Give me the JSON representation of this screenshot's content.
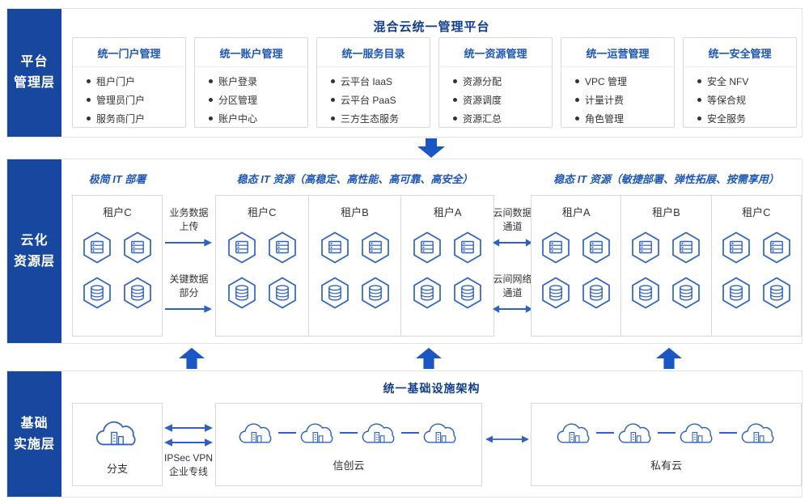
{
  "colors": {
    "layer_label_bg": "#17479e",
    "title_navy": "#123d8f",
    "module_title_blue": "#1d55bb",
    "icon_stroke_blue": "#2d62c4",
    "big_arrow_blue": "#1b57c4",
    "border_gray": "#d9d9d9"
  },
  "platform": {
    "layer_label": [
      "平台",
      "管理层"
    ],
    "title": "混合云统一管理平台",
    "boxes": [
      {
        "title": "统一门户管理",
        "items": [
          "租户门户",
          "管理员门户",
          "服务商门户"
        ]
      },
      {
        "title": "统一账户管理",
        "items": [
          "账户登录",
          "分区管理",
          "账户中心"
        ]
      },
      {
        "title": "统一服务目录",
        "items": [
          "云平台 IaaS",
          "云平台 PaaS",
          "三方生态服务"
        ]
      },
      {
        "title": "统一资源管理",
        "items": [
          "资源分配",
          "资源调度",
          "资源汇总"
        ]
      },
      {
        "title": "统一运营管理",
        "items": [
          "VPC 管理",
          "计量计费",
          "角色管理"
        ]
      },
      {
        "title": "统一安全管理",
        "items": [
          "安全 NFV",
          "等保合规",
          "安全服务"
        ]
      }
    ]
  },
  "cloud": {
    "layer_label": [
      "云化",
      "资源层"
    ],
    "left_header": "极简 IT 部署",
    "mid_header": "稳态 IT 资源（高稳定、高性能、高可靠、高安全）",
    "right_header": "稳态 IT 资源（敏捷部署、弹性拓展、按需享用）",
    "left_tenant": {
      "title": "租户C"
    },
    "mid_tenants": [
      {
        "title": "租户C"
      },
      {
        "title": "租户B"
      },
      {
        "title": "租户A"
      }
    ],
    "right_tenants": [
      {
        "title": "租户A"
      },
      {
        "title": "租户B"
      },
      {
        "title": "租户C"
      }
    ],
    "flows": [
      {
        "lines": [
          "业务数据",
          "上传"
        ]
      },
      {
        "lines": [
          "关键数据",
          "部分"
        ]
      }
    ],
    "channels": [
      {
        "lines": [
          "云间数据",
          "通道"
        ]
      },
      {
        "lines": [
          "云间网络",
          "通道"
        ]
      }
    ]
  },
  "infra": {
    "layer_label": [
      "基础",
      "实施层"
    ],
    "title": "统一基础设施架构",
    "branch": {
      "label": "分支"
    },
    "vpn": {
      "lines": [
        "IPSec VPN",
        "企业专线"
      ]
    },
    "xinchuang": {
      "label": "信创云"
    },
    "private": {
      "label": "私有云"
    }
  }
}
